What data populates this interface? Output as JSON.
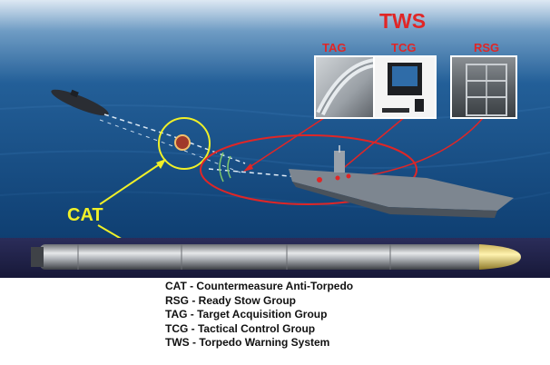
{
  "title": "TWS",
  "component_labels": {
    "tag": "TAG",
    "tcg": "TCG",
    "rsg": "RSG"
  },
  "cat_label": "CAT",
  "legend": [
    "CAT - Countermeasure Anti-Torpedo",
    "RSG - Ready Stow Group",
    "TAG - Target Acquisition Group",
    "TCG - Tactical Control Group",
    "TWS - Torpedo Warning System"
  ],
  "colors": {
    "accent_red": "#e02626",
    "cat_yellow": "#f0f028",
    "sea": "#1f5c96",
    "sky": "#d9e6f2"
  },
  "icons": [
    "submarine",
    "aircraft-carrier",
    "torpedo",
    "control-computer",
    "sonar-array",
    "stowage-rack"
  ]
}
